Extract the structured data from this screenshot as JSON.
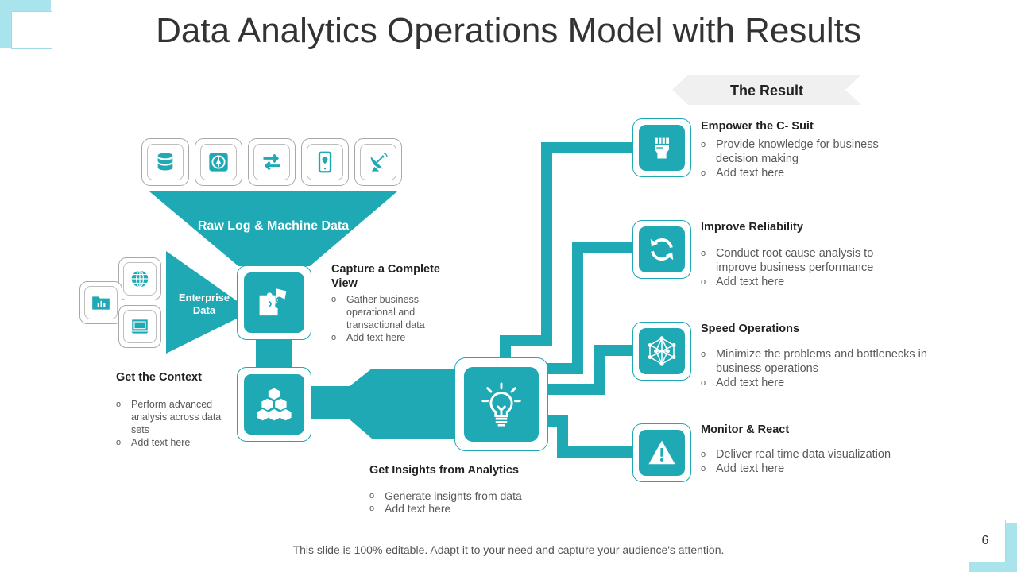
{
  "title": "Data Analytics Operations Model with Results",
  "page_number": "6",
  "footer": "This slide is 100% editable. Adapt it to your need and capture your audience's attention.",
  "colors": {
    "accent": "#1fa9b4",
    "light_accent": "#a9e3ec",
    "banner": "#f0f0f0"
  },
  "funnel": {
    "label": "Raw Log & Machine Data",
    "source_icons": [
      "database-icon",
      "compass-icon",
      "exchange-arrows-icon",
      "mobile-location-icon",
      "satellite-dish-icon"
    ]
  },
  "enterprise": {
    "label": "Enterprise Data",
    "icons": [
      "globe-icon",
      "folder-chart-icon",
      "laptop-icon"
    ]
  },
  "capture": {
    "title": "Capture a Complete View",
    "bullets": [
      "Gather business operational  and transactional data",
      "Add text here"
    ],
    "icon": "puzzle-icon"
  },
  "context": {
    "title": "Get the Context",
    "bullets": [
      "Perform advanced analysis across data sets",
      "Add text here"
    ],
    "icon": "cubes-icon"
  },
  "insights": {
    "title": "Get Insights from Analytics",
    "bullets": [
      "Generate insights from data",
      "Add text here"
    ],
    "icon": "lightbulb-icon"
  },
  "result": {
    "title": "The Result",
    "items": [
      {
        "title": "Empower the C- Suit",
        "bullets": [
          "Provide knowledge for  business decision making",
          "Add text here"
        ],
        "icon": "raised-fist-icon"
      },
      {
        "title": "Improve Reliability",
        "bullets": [
          "Conduct root cause analysis to improve business performance",
          "Add text here"
        ],
        "icon": "refresh-icon"
      },
      {
        "title": "Speed Operations",
        "bullets": [
          "Minimize the problems and bottlenecks in business operations",
          "Add text here"
        ],
        "icon": "network-icon"
      },
      {
        "title": "Monitor & React",
        "bullets": [
          "Deliver real time data  visualization",
          "Add text here"
        ],
        "icon": "warning-icon"
      }
    ]
  }
}
